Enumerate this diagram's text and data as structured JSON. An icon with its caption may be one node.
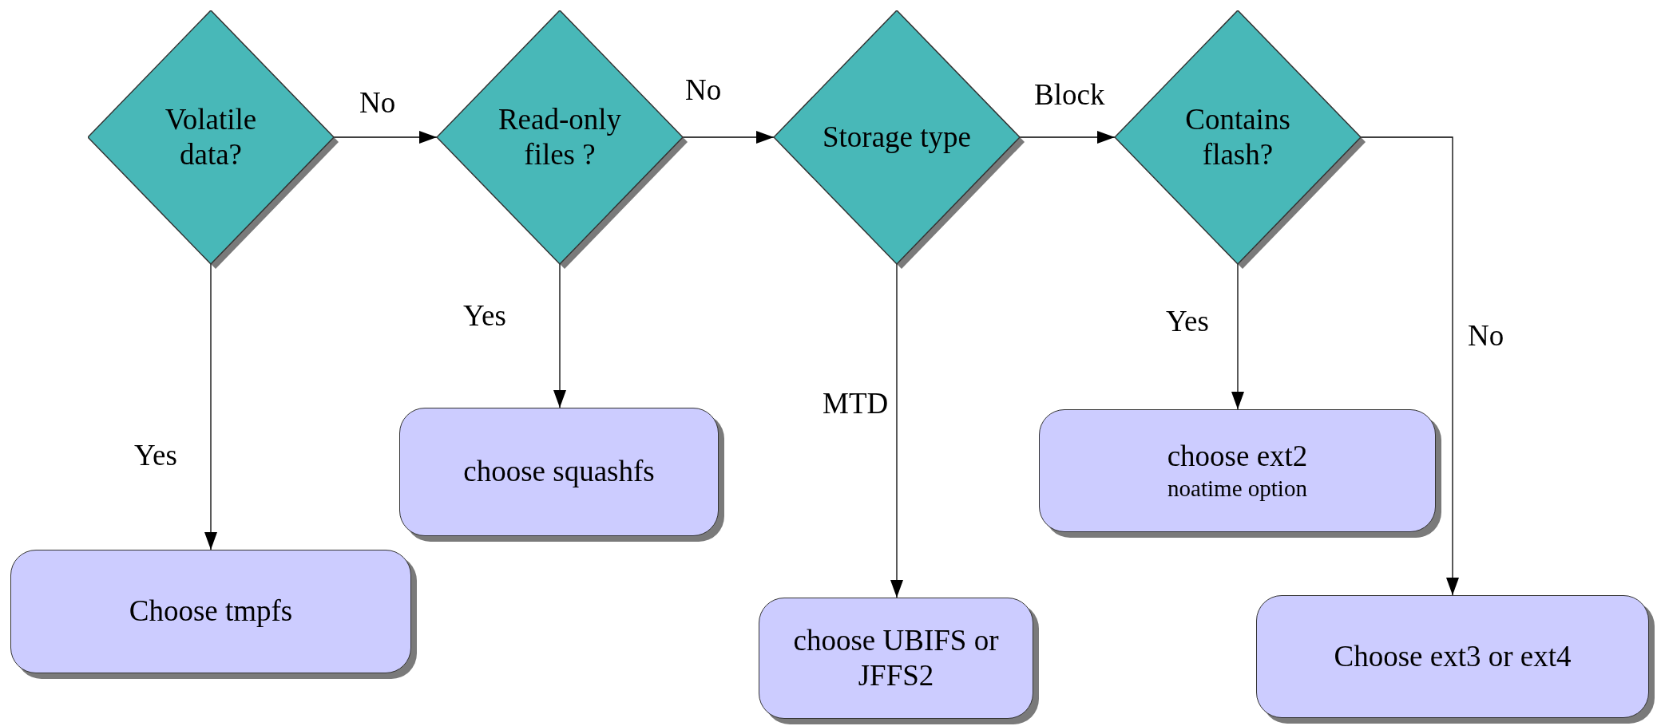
{
  "diagram": {
    "nodes": [
      {
        "text": [
          "Volatile data?"
        ]
      },
      {
        "text": [
          "Read-only files ?"
        ]
      },
      {
        "text": [
          "Storage type"
        ]
      },
      {
        "text": [
          "Contains flash?"
        ]
      },
      {
        "text": [
          "Choose tmpfs"
        ]
      },
      {
        "text": [
          "choose squashfs"
        ]
      },
      {
        "text": [
          "choose UBIFS or JFFS2"
        ]
      },
      {
        "text": [
          "choose ext2",
          "noatime option"
        ]
      },
      {
        "text": [
          "Choose ext3 or ext4"
        ]
      }
    ],
    "edges": [
      {
        "from": 0,
        "to": 1,
        "arrow": "to",
        "label": "No"
      },
      {
        "from": 0,
        "to": 4,
        "arrow": "to",
        "label": "Yes"
      },
      {
        "from": 1,
        "to": 2,
        "arrow": "to",
        "label": "No"
      },
      {
        "from": 1,
        "to": 5,
        "arrow": "to",
        "label": "Yes"
      },
      {
        "from": 2,
        "to": 3,
        "arrow": "to",
        "label": "Block"
      },
      {
        "from": 2,
        "to": 6,
        "arrow": "to",
        "label": "MTD"
      },
      {
        "from": 3,
        "to": 7,
        "arrow": "to",
        "label": "Yes"
      },
      {
        "from": 3,
        "to": 8,
        "arrow": "to",
        "label": "No"
      }
    ]
  }
}
